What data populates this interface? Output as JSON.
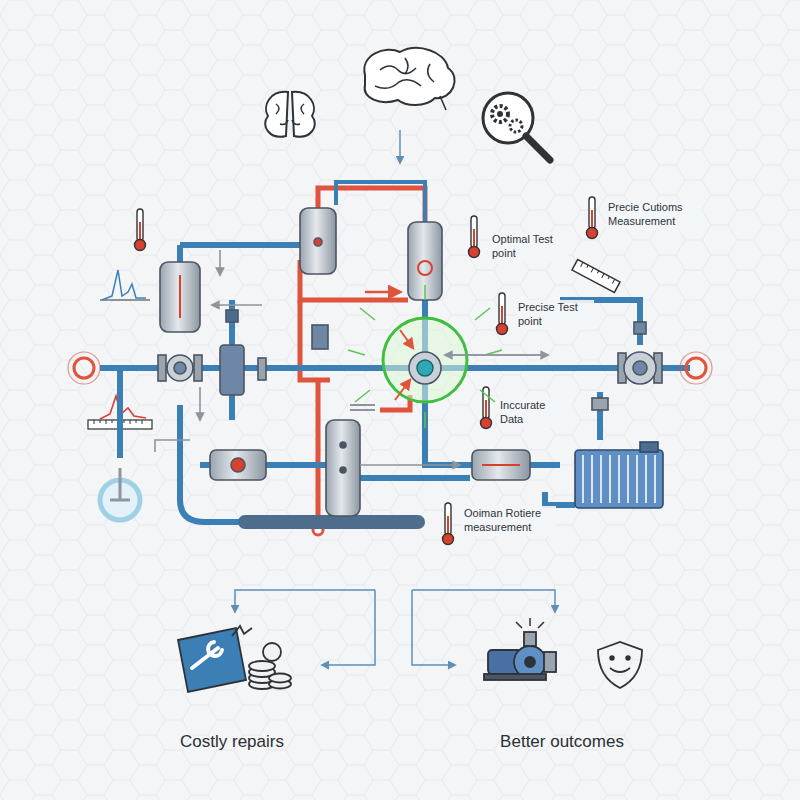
{
  "diagram": {
    "nodes": [
      {
        "text": [
          "Costly repairs"
        ]
      },
      {
        "text": [
          "Better outcomes"
        ]
      }
    ],
    "labels": [
      "Optimal Test point",
      "Precie Cutioms Measurement",
      "Precise Test point",
      "Inccurate Data",
      "Ooiman Rotiere measurement"
    ]
  }
}
